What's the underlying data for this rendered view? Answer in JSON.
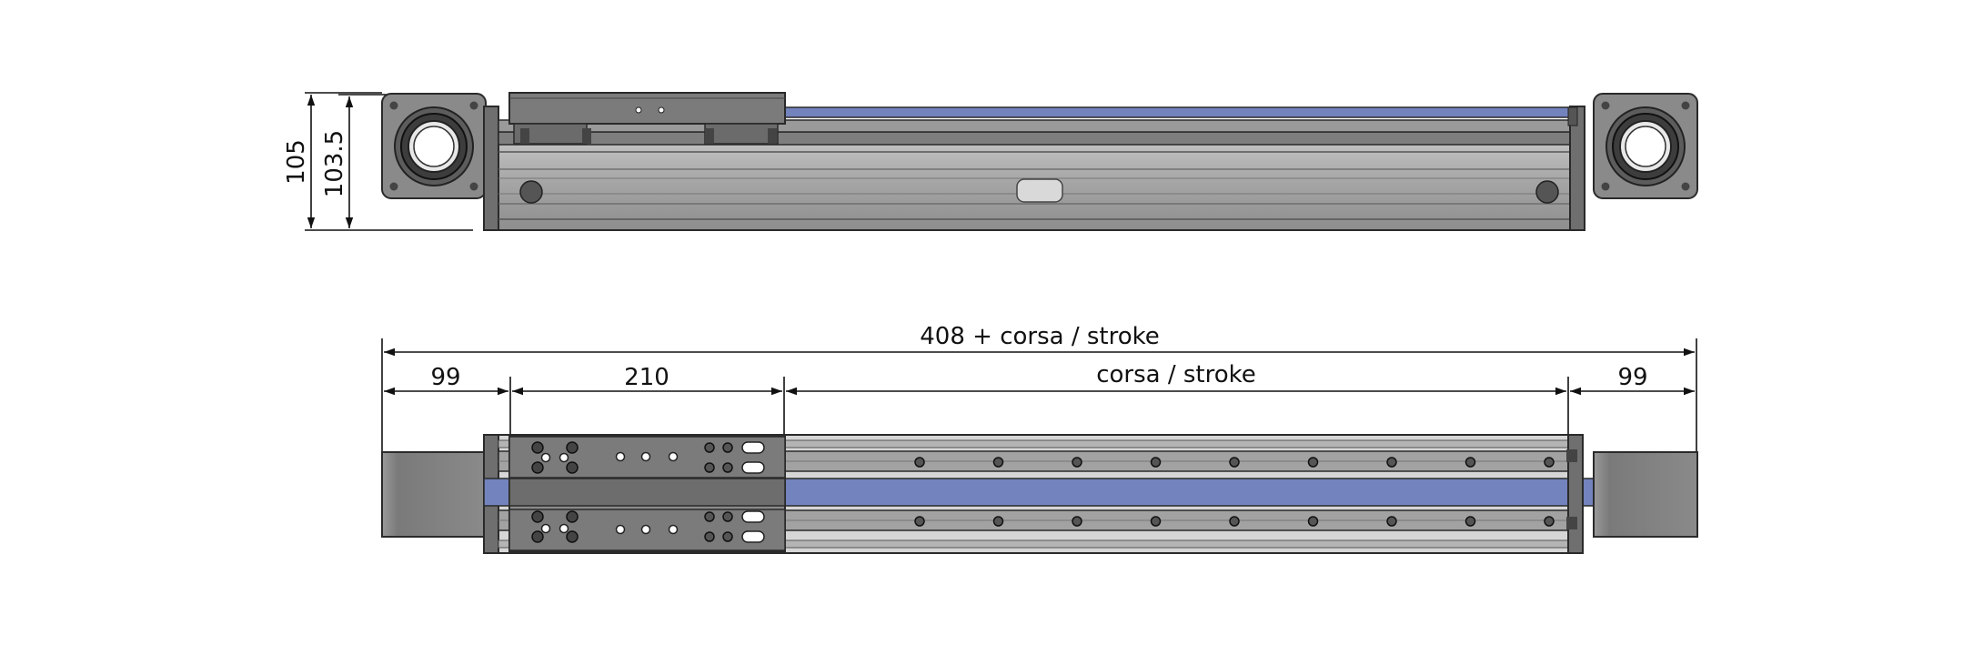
{
  "side_view": {
    "height_outer": "105",
    "height_inner": "103.5"
  },
  "top_view": {
    "overall_length": "408 + corsa / stroke",
    "left_end": "99",
    "carriage_length": "210",
    "stroke": "corsa / stroke",
    "right_end": "99"
  },
  "colors": {
    "belt": "#7383bd",
    "profile": "#a9a9a9",
    "profile_dark": "#6a6a6a",
    "carriage": "#7b7b7b",
    "end_block": "#808080",
    "outline": "#2a2a2a"
  }
}
